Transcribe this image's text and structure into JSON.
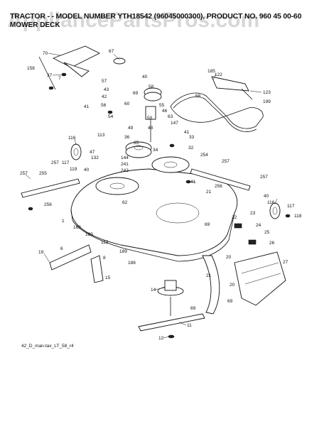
{
  "header": {
    "title": "TRACTOR - - MODEL NUMBER YTH18542 (96045000300), PRODUCT NO. 960 45 00-60",
    "subtitle": "MOWER DECK"
  },
  "watermark": "AppliancePartsPros.com",
  "footer": {
    "code": "42_D_man-tax_LT_58_r4"
  },
  "callouts": [
    {
      "id": "c70",
      "n": "70"
    },
    {
      "id": "c67",
      "n": "67"
    },
    {
      "id": "c158",
      "n": "158"
    },
    {
      "id": "c37",
      "n": "37"
    },
    {
      "id": "c7",
      "n": "7"
    },
    {
      "id": "c57",
      "n": "57"
    },
    {
      "id": "c40a",
      "n": "40"
    },
    {
      "id": "c185",
      "n": "185"
    },
    {
      "id": "c122",
      "n": "122"
    },
    {
      "id": "c43",
      "n": "43"
    },
    {
      "id": "c42",
      "n": "42"
    },
    {
      "id": "c58",
      "n": "58"
    },
    {
      "id": "c69a",
      "n": "69"
    },
    {
      "id": "c68",
      "n": "68"
    },
    {
      "id": "c123",
      "n": "123"
    },
    {
      "id": "c199",
      "n": "199"
    },
    {
      "id": "c56",
      "n": "56"
    },
    {
      "id": "c60",
      "n": "60"
    },
    {
      "id": "c55",
      "n": "55"
    },
    {
      "id": "c46",
      "n": "46"
    },
    {
      "id": "c54",
      "n": "54"
    },
    {
      "id": "c41a",
      "n": "41"
    },
    {
      "id": "c50",
      "n": "50"
    },
    {
      "id": "c63",
      "n": "63"
    },
    {
      "id": "c147",
      "n": "147"
    },
    {
      "id": "c48",
      "n": "48"
    },
    {
      "id": "c49",
      "n": "49"
    },
    {
      "id": "c41b",
      "n": "41"
    },
    {
      "id": "c116",
      "n": "116"
    },
    {
      "id": "c113",
      "n": "113"
    },
    {
      "id": "c36",
      "n": "36"
    },
    {
      "id": "c35",
      "n": "35"
    },
    {
      "id": "c33",
      "n": "33"
    },
    {
      "id": "c34",
      "n": "34"
    },
    {
      "id": "c32",
      "n": "32"
    },
    {
      "id": "c47",
      "n": "47"
    },
    {
      "id": "c257a",
      "n": "257"
    },
    {
      "id": "c117a",
      "n": "117"
    },
    {
      "id": "c132",
      "n": "132"
    },
    {
      "id": "c144",
      "n": "144"
    },
    {
      "id": "c119",
      "n": "119"
    },
    {
      "id": "c40b",
      "n": "40"
    },
    {
      "id": "c241",
      "n": "241"
    },
    {
      "id": "c242",
      "n": "242"
    },
    {
      "id": "c254",
      "n": "254"
    },
    {
      "id": "c257b",
      "n": "257"
    },
    {
      "id": "c257c",
      "n": "257"
    },
    {
      "id": "c257d",
      "n": "257"
    },
    {
      "id": "c255",
      "n": "255"
    },
    {
      "id": "c256a",
      "n": "256"
    },
    {
      "id": "c256b",
      "n": "256"
    },
    {
      "id": "c41c",
      "n": "41"
    },
    {
      "id": "c21a",
      "n": "21"
    },
    {
      "id": "c40c",
      "n": "40"
    },
    {
      "id": "c116b",
      "n": "116"
    },
    {
      "id": "c117b",
      "n": "117"
    },
    {
      "id": "c118",
      "n": "118"
    },
    {
      "id": "c62",
      "n": "62"
    },
    {
      "id": "c23",
      "n": "23"
    },
    {
      "id": "c22",
      "n": "22"
    },
    {
      "id": "c69b",
      "n": "69"
    },
    {
      "id": "c24",
      "n": "24"
    },
    {
      "id": "c1",
      "n": "1"
    },
    {
      "id": "c168",
      "n": "168"
    },
    {
      "id": "c189a",
      "n": "189"
    },
    {
      "id": "c113b",
      "n": "113"
    },
    {
      "id": "c25",
      "n": "25"
    },
    {
      "id": "c26",
      "n": "26"
    },
    {
      "id": "c19",
      "n": "19"
    },
    {
      "id": "c6",
      "n": "6"
    },
    {
      "id": "c8",
      "n": "8"
    },
    {
      "id": "c188",
      "n": "188"
    },
    {
      "id": "c189b",
      "n": "189"
    },
    {
      "id": "c20a",
      "n": "20"
    },
    {
      "id": "c27",
      "n": "27"
    },
    {
      "id": "c15",
      "n": "15"
    },
    {
      "id": "c21b",
      "n": "21"
    },
    {
      "id": "c14",
      "n": "14"
    },
    {
      "id": "c20b",
      "n": "20"
    },
    {
      "id": "c69c",
      "n": "69"
    },
    {
      "id": "c69d",
      "n": "69"
    },
    {
      "id": "c11",
      "n": "11"
    },
    {
      "id": "c12",
      "n": "12"
    }
  ]
}
